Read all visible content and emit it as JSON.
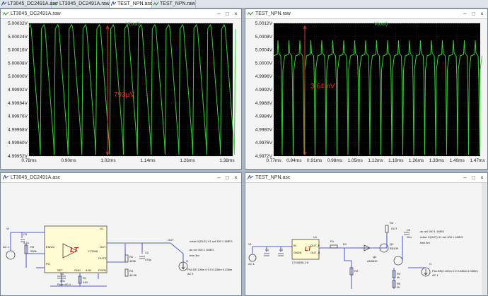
{
  "tabs": [
    {
      "label": "LT3045_DC2491A.asc",
      "active": false,
      "icon": "schematic-icon"
    },
    {
      "label": "LT3045_DC2491A.raw",
      "active": false,
      "icon": "waveform-icon"
    },
    {
      "label": "TEST_NPN.asc",
      "active": true,
      "icon": "schematic-icon"
    },
    {
      "label": "TEST_NPN.raw",
      "active": false,
      "icon": "waveform-icon"
    }
  ],
  "win_tl": {
    "title": "LT3045_DC2491A.raw",
    "trace": "V(out)",
    "measure": "793µV",
    "yticks": [
      "5.00032V",
      "5.00024V",
      "5.00016V",
      "5.00008V",
      "5.00000V",
      "4.99992V",
      "4.99984V",
      "4.99976V",
      "4.99968V",
      "4.99960V",
      "4.99952V"
    ],
    "xticks": [
      "0.78ms",
      "0.90ms",
      "1.02ms",
      "1.14ms",
      "1.26ms",
      "1.38ms"
    ]
  },
  "win_tr": {
    "title": "TEST_NPN.raw",
    "trace": "V(out)",
    "measure": "3.64mV",
    "yticks": [
      "5.0012V",
      "5.0008V",
      "5.0004V",
      "5.0000V",
      "4.9996V",
      "4.9992V",
      "4.9988V",
      "4.9984V",
      "4.9980V",
      "4.9976V",
      "4.9972V"
    ],
    "xticks": [
      "0.77ms",
      "0.84ms",
      "0.91ms",
      "0.98ms",
      "1.05ms",
      "1.12ms",
      "1.19ms",
      "1.26ms",
      "1.33ms",
      "1.40ms",
      "1.47ms"
    ]
  },
  "win_bl": {
    "title": "LT3045_DC2491A.asc",
    "labels": {
      "vi": "VI",
      "ac1": "AC 1",
      "c5": "C5",
      "c5v": "4.7u",
      "r5": "R5",
      "r5v": "200k",
      "u1": "U1",
      "part": "LT3046",
      "enuv": "EN/UV",
      "pg": "PG",
      "set": "SET",
      "gnd": "GND",
      "ilim": "ILIM",
      "pgfb": "PGFB",
      "out": "OUT",
      "outs": "OUTS",
      "c1": "C1",
      "c1v": "20u",
      "c1v2": "Rpar=60.4",
      "r1": "R1",
      "r1v": "249",
      "r2": "R2",
      "r2v": "453K",
      "r3": "R3",
      "r3v": "49.9K",
      "c2": "C2",
      "c2v": "470p",
      "nodeout": "OUT",
      "noise1": ".noise V(OUT) V1 oct 100 1 1MEG",
      "ac2": ".ac oct 100 1 1MEG",
      "tran": ".tran 3m",
      "i1": "I1",
      "pulse": "PULSE 100m 0 0 0 0.036m 0.036m",
      "acs": "AC 1"
    }
  },
  "win_br": {
    "title": "TEST_NPN.asc",
    "labels": {
      "v1": "V1",
      "ac1": "AC 1",
      "c1": "C1",
      "c2": "C2",
      "r1": "R1",
      "d1": "D1",
      "in": "IN",
      "shdn": "SHDN",
      "outf": "OUT_F",
      "outs": "OUT_S",
      "part": "LTC6655-2.5",
      "u1": "U1",
      "q1": "Q1",
      "q1p": "BD139",
      "q2": "Q2",
      "q2p": "AD8610",
      "r2": "R2",
      "c3": "C3",
      "c3v": "10u",
      "r3": "R3",
      "r4": "R4",
      "r4v": "4k",
      "r5": "R5",
      "r5v": "2k",
      "i1": "I1",
      "ac2": ".ac oct 100 1 1MEG",
      "noise": ".noise V(OUT) V1 oct 100 1 1MEG",
      "tran": ".tran 3m",
      "pulse": "PULSE(0 100m 0 0 0.036m 0.036m)",
      "acs": "AC 1",
      "out": "OUT"
    }
  },
  "colors": {
    "trace": "#31d431",
    "measure": "#e03030",
    "plotbg": "#000000",
    "grid": "#3a3a3a"
  }
}
